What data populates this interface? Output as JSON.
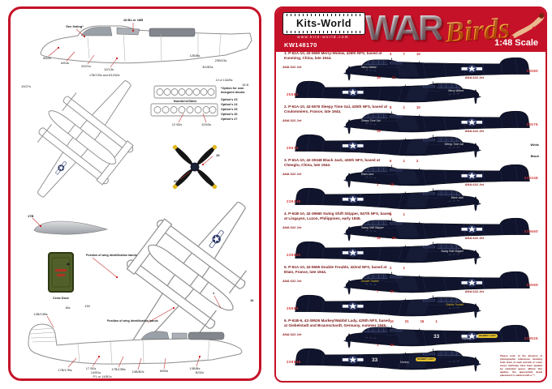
{
  "header": {
    "brand": "Kits-World",
    "website": "www.kits-world.com",
    "code": "KW148170",
    "war": "WAR",
    "birds": "Birds",
    "scale": "1:48 Scale"
  },
  "left_page": {
    "options_title_1": "*Option for own",
    "options_title_2": "designed decals",
    "options": [
      "Option's 23",
      "Option's 24",
      "Option's 25",
      "Option's 26",
      "Option's 27"
    ],
    "callouts": [
      "18 Bs or 18B",
      "See listing*",
      "8/62s",
      "6/63s",
      "20/21s",
      "12/13s",
      "17B/17Bs and 6/12/62s",
      "12B/Bs",
      "23B/23s",
      "B1/B3s",
      "13 or 13A/Bs",
      "19/27s",
      "Numbers/Stars",
      "12 B2s",
      "12/63s",
      "19",
      "20",
      "17B",
      "Crew Door",
      "135",
      "Position of wing identification bands",
      "Position of wing identification bands",
      "13B/13Bs",
      "18s",
      "17B/17Bs",
      "17 B2s",
      "14/B1s",
      "P1 or 14/B1s",
      "17B/13Bs",
      "13B/B2s",
      "6/B3s",
      "13B/Bs",
      "B/32s",
      "1",
      "16",
      "18 B"
    ]
  },
  "right_page": {
    "paint_label": "ANA 622 Jet",
    "color_labels": {
      "white": "White",
      "black": "Black"
    },
    "note": "Please note: In the absence of photographic references showing both sides of each aircraft, in some cases markings have been applied by educated guess. Where this applies, the appropriate decal placement is marked with a '*'.",
    "subjects": [
      {
        "caption": "1. P-61A-10, 42-5580 Merry-Widow, 426th NFS, based at Kunming, China, late 1944.",
        "serial": "25580",
        "name": "Merry-Widow",
        "callouts_a": "3 7 10",
        "callouts_b": "16 11"
      },
      {
        "caption": "2. P-61A-10, 42-5576 Sleepy Time Gal, 425th NFS, based at Coulommiers, France, late 1944.",
        "serial": "25576",
        "name": "Sleepy Time Gal",
        "callouts_a": "8 1 10",
        "callouts_b": "16"
      },
      {
        "caption": "3. P-61A-10, 42-39348 Black Jack, 426th NFS, based at Chengtu, China, late 1944.",
        "serial": "239348",
        "name": "Black Jack",
        "callouts_a": "6 1 2",
        "callouts_b": "1 16"
      },
      {
        "caption": "4. P-61B-10, 42-39660 Swing Shift Skipper, 547th NFS, based at Lingayen, Luzon, Philippines, early 1945.",
        "serial": "239660",
        "name": "Swing Shift Skipper",
        "callouts_a": "5 1",
        "callouts_b": "16 24"
      },
      {
        "caption": "5. P-61A-10, 42-5565 Double Trouble, 422nd NFS, based at Etain, France, late 1944.",
        "serial": "25565",
        "name": "Double Trouble",
        "callouts_a": "2 1",
        "callouts_b": "7 24"
      },
      {
        "caption": "6. P-61B-6, 42-39526 Markey/Wabbit Lady, 425th NFS, based at Giebelstadt and Braunschardt, Germany, summer 1945.",
        "serial": "239526",
        "callouts_a": "10 21 16 1",
        "callouts_b": "1 24",
        "fuselage_number": "33",
        "crew_name": "Markey",
        "badge": "WABBIT LADY"
      }
    ]
  },
  "colors": {
    "frame_red": "#c51228",
    "aircraft_black": "#10142c",
    "serial_red": "#cf3636",
    "caption_red": "#7d1515",
    "insignia_blue": "#2e3a69",
    "door_olive": "#51602b",
    "prop_tip_yellow": "#e2b71e"
  }
}
